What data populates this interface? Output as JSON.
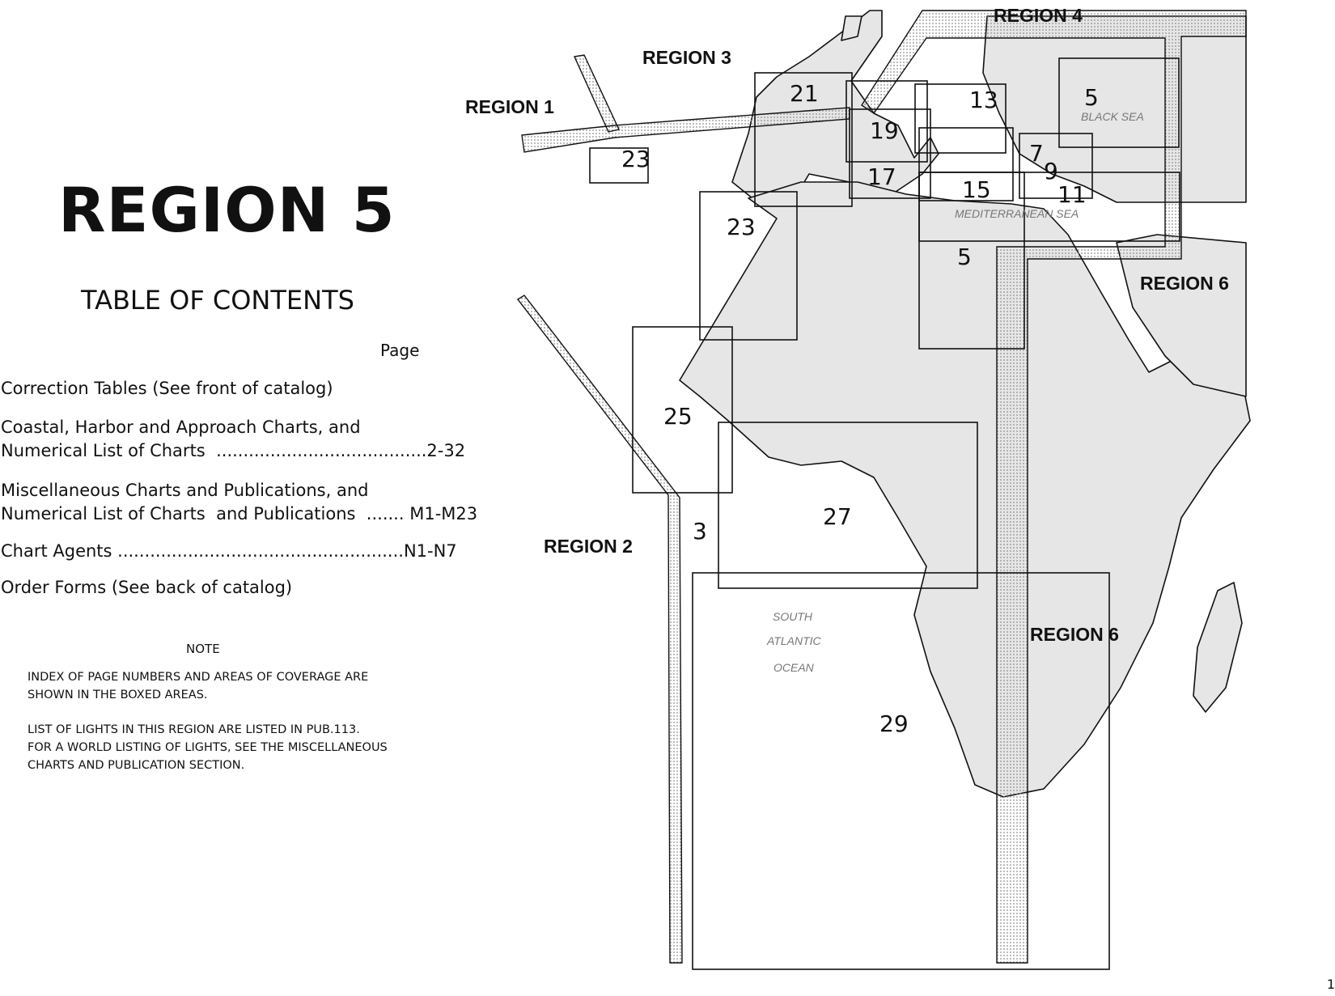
{
  "toc": {
    "title": "REGION 5",
    "subtitle": "TABLE OF CONTENTS",
    "page_header": "Page",
    "entries": [
      "Correction Tables (See front of catalog)",
      "Coastal, Harbor and Approach Charts, and\nNumerical List of Charts  .......................................2-32",
      "Miscellaneous Charts and Publications, and\nNumerical List of Charts  and Publications  ....... M1-M23",
      "Chart Agents .....................................................N1-N7",
      "Order Forms (See back of catalog)"
    ],
    "note": {
      "title": "NOTE",
      "lines": [
        "INDEX OF PAGE NUMBERS AND AREAS OF COVERAGE ARE",
        "SHOWN IN THE BOXED AREAS.",
        "LIST OF LIGHTS IN THIS REGION ARE LISTED IN PUB.113.",
        "FOR A WORLD LISTING OF LIGHTS, SEE THE MISCELLANEOUS",
        "CHARTS AND PUBLICATION SECTION."
      ]
    }
  },
  "map": {
    "region_labels": [
      "REGION 4",
      "REGION 3",
      "REGION 1",
      "REGION 6",
      "REGION 2",
      "REGION 6"
    ],
    "page_numbers": [
      "21",
      "13",
      "5",
      "19",
      "23",
      "17",
      "15",
      "7",
      "9",
      "11",
      "23",
      "5",
      "25",
      "27",
      "3",
      "29"
    ],
    "sea_labels": [
      "BLACK SEA",
      "MEDITERRANEAN SEA",
      "SOUTH",
      "ATLANTIC",
      "OCEAN"
    ],
    "colors": {
      "land": "#e6e6e6",
      "ink": "#111111",
      "dots": "#9a9a9a"
    }
  },
  "page_corner": "1"
}
